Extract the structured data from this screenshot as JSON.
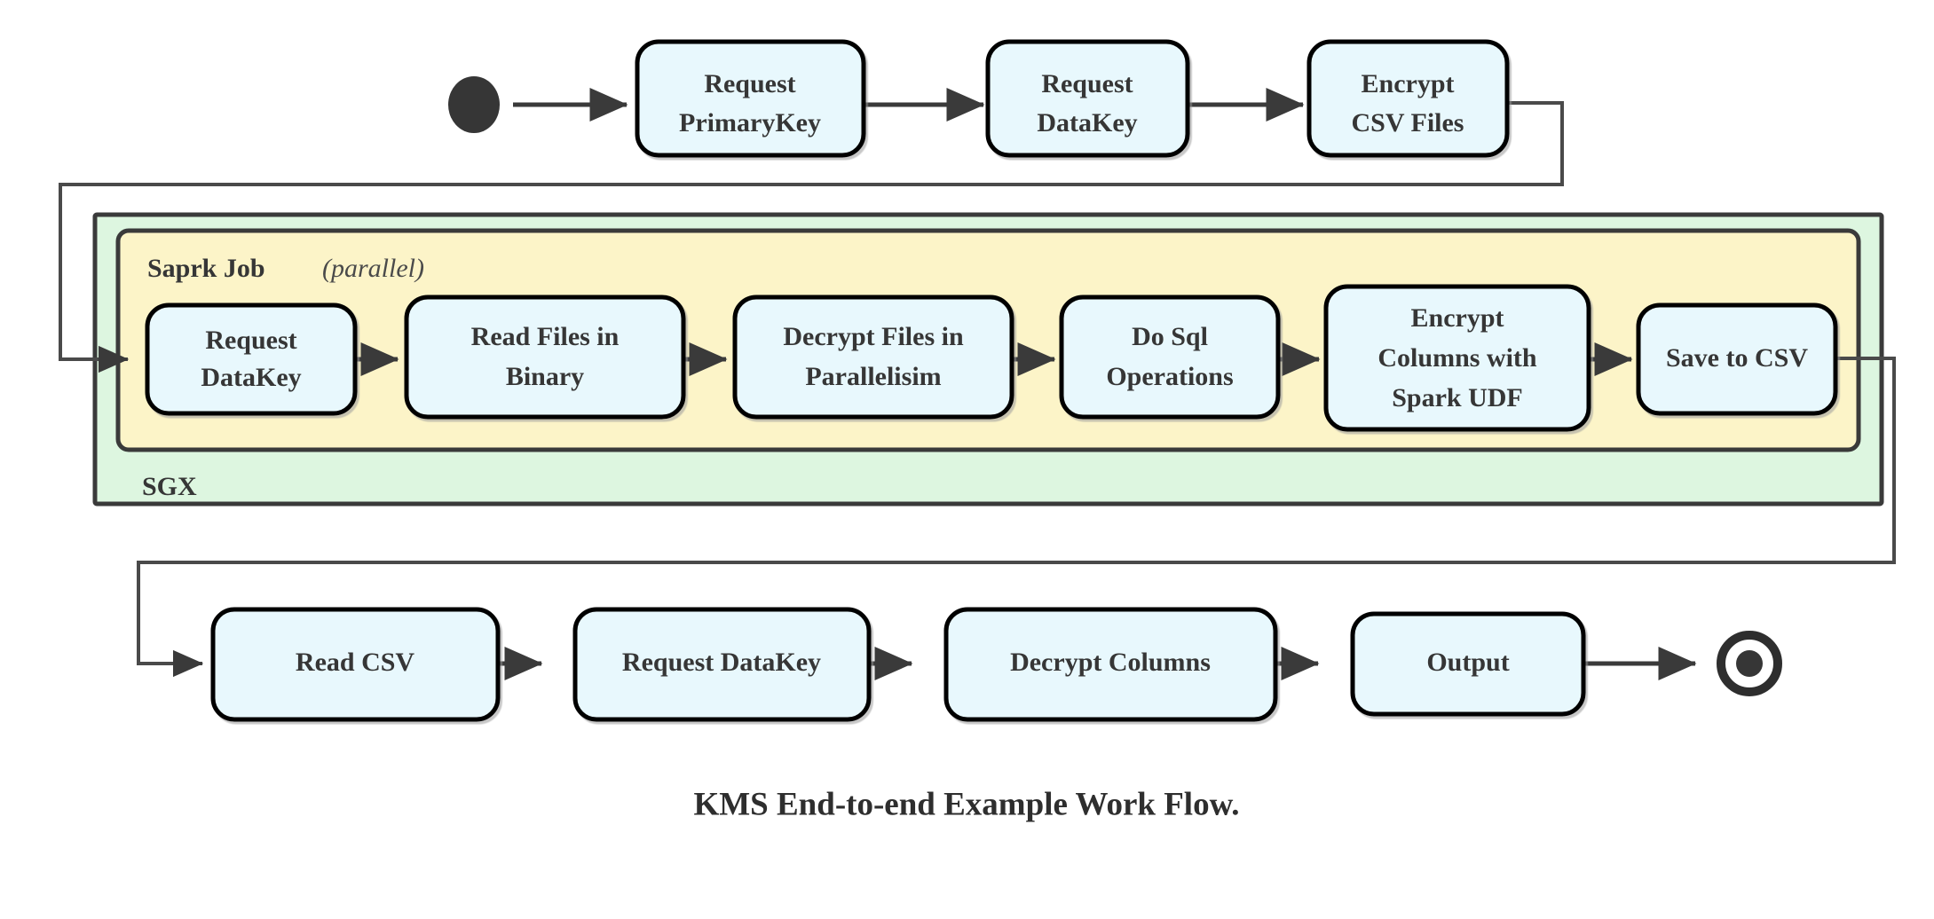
{
  "diagram": {
    "title": "KMS End-to-end Example Work Flow.",
    "colors": {
      "node_fill": "#e8f8fd",
      "node_stroke": "#000000",
      "sgx_fill": "#ddf6e0",
      "spark_fill": "#fcf4c8",
      "container_stroke": "#3a3a3a",
      "connector": "#3a3a3a",
      "text": "#363636",
      "background": "#ffffff"
    },
    "start_node": {
      "name": "start-state",
      "shape": "filled-circle"
    },
    "end_node": {
      "name": "end-state",
      "shape": "bullseye-circle"
    },
    "containers": [
      {
        "id": "sgx",
        "label": "SGX",
        "label_position": "bottom-left",
        "fill": "#ddf6e0"
      },
      {
        "id": "spark-job",
        "label": "Saprk Job",
        "label_suffix": "(parallel)",
        "label_position": "top-left",
        "fill": "#fcf4c8"
      }
    ],
    "rows": [
      {
        "id": "row-top",
        "nodes": [
          {
            "id": "request-primarykey",
            "lines": [
              "Request",
              "PrimaryKey"
            ]
          },
          {
            "id": "request-datakey-top",
            "lines": [
              "Request",
              "DataKey"
            ]
          },
          {
            "id": "encrypt-csv-files",
            "lines": [
              "Encrypt",
              "CSV Files"
            ]
          }
        ]
      },
      {
        "id": "row-spark",
        "nodes": [
          {
            "id": "request-datakey-spark",
            "lines": [
              "Request",
              "DataKey"
            ]
          },
          {
            "id": "read-files-in-binary",
            "lines": [
              "Read Files in",
              "Binary"
            ]
          },
          {
            "id": "decrypt-files-in-parallelisim",
            "lines": [
              "Decrypt Files in",
              "Parallelisim"
            ]
          },
          {
            "id": "do-sql-operations",
            "lines": [
              "Do Sql",
              "Operations"
            ]
          },
          {
            "id": "encrypt-columns-with-spark-udf",
            "lines": [
              "Encrypt",
              "Columns with",
              "Spark UDF"
            ]
          },
          {
            "id": "save-to-csv",
            "lines": [
              "Save to CSV"
            ]
          }
        ]
      },
      {
        "id": "row-bottom",
        "nodes": [
          {
            "id": "read-csv",
            "lines": [
              "Read CSV"
            ]
          },
          {
            "id": "request-datakey-bottom",
            "lines": [
              "Request DataKey"
            ]
          },
          {
            "id": "decrypt-columns",
            "lines": [
              "Decrypt Columns"
            ]
          },
          {
            "id": "output",
            "lines": [
              "Output"
            ]
          }
        ]
      }
    ],
    "flow_sequence": [
      "start",
      "Request PrimaryKey",
      "Request DataKey",
      "Encrypt CSV Files",
      "Request DataKey",
      "Read Files in Binary",
      "Decrypt Files in Parallelisim",
      "Do Sql Operations",
      "Encrypt Columns with Spark UDF",
      "Save to CSV",
      "Read CSV",
      "Request DataKey",
      "Decrypt Columns",
      "Output",
      "end"
    ]
  }
}
